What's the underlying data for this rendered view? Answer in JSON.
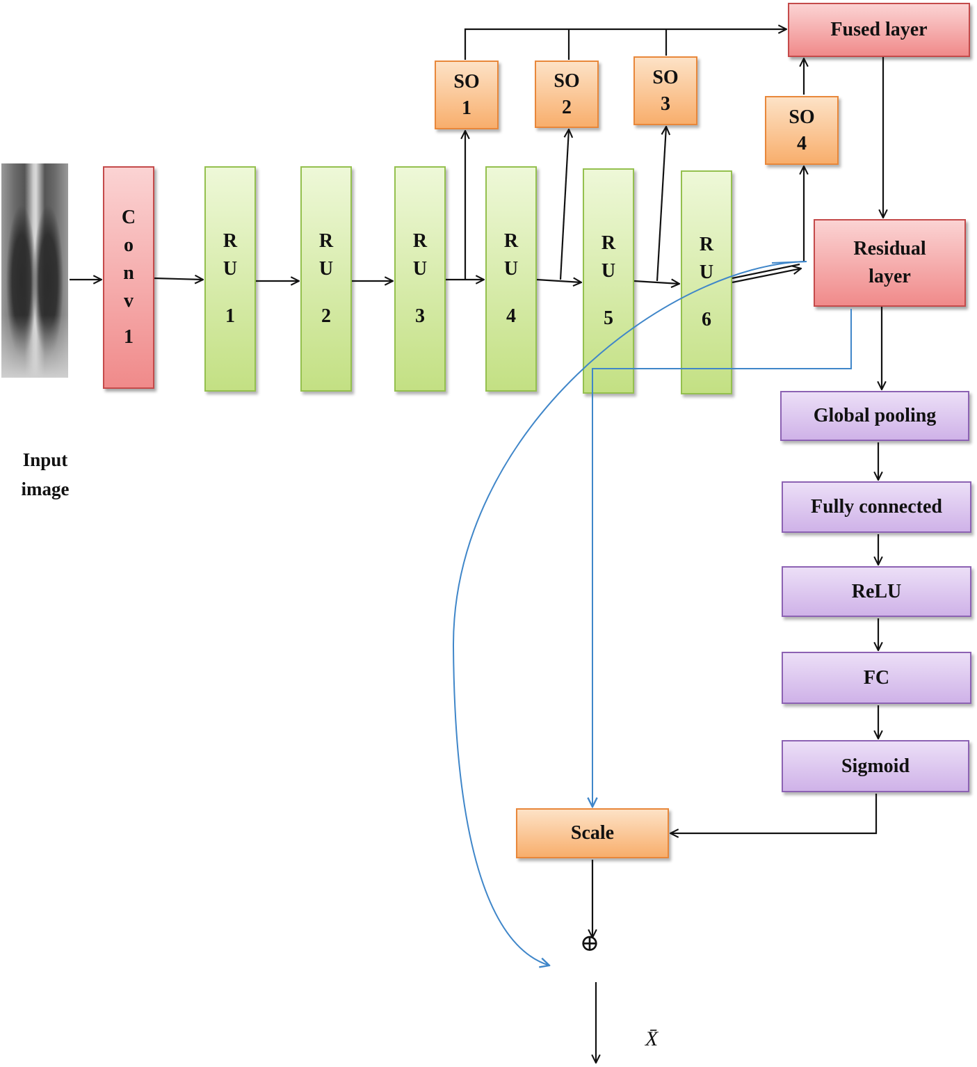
{
  "input": {
    "label_line1": "Input",
    "label_line2": "image"
  },
  "conv": {
    "letters": [
      "C",
      "o",
      "n",
      "v",
      "1"
    ]
  },
  "ru": [
    {
      "l1": "R",
      "l2": "U",
      "l3": "1"
    },
    {
      "l1": "R",
      "l2": "U",
      "l3": "2"
    },
    {
      "l1": "R",
      "l2": "U",
      "l3": "3"
    },
    {
      "l1": "R",
      "l2": "U",
      "l3": "4"
    },
    {
      "l1": "R",
      "l2": "U",
      "l3": "5"
    },
    {
      "l1": "R",
      "l2": "U",
      "l3": "6"
    }
  ],
  "so": [
    {
      "l1": "SO",
      "l2": "1"
    },
    {
      "l1": "SO",
      "l2": "2"
    },
    {
      "l1": "SO",
      "l2": "3"
    },
    {
      "l1": "SO",
      "l2": "4"
    }
  ],
  "fused": "Fused layer",
  "residual": {
    "l1": "Residual",
    "l2": "layer"
  },
  "se": {
    "global_pooling": "Global pooling",
    "fully_connected": "Fully connected",
    "relu": "ReLU",
    "fc": "FC",
    "sigmoid": "Sigmoid",
    "scale": "Scale"
  },
  "sum_symbol": "⊕",
  "output_symbol": "X̄",
  "colors": {
    "red": "#f08a8a",
    "green": "#c3e083",
    "orange": "#f8ae6c",
    "purple": "#cfb2e8",
    "blue_link": "#3f86c9"
  }
}
